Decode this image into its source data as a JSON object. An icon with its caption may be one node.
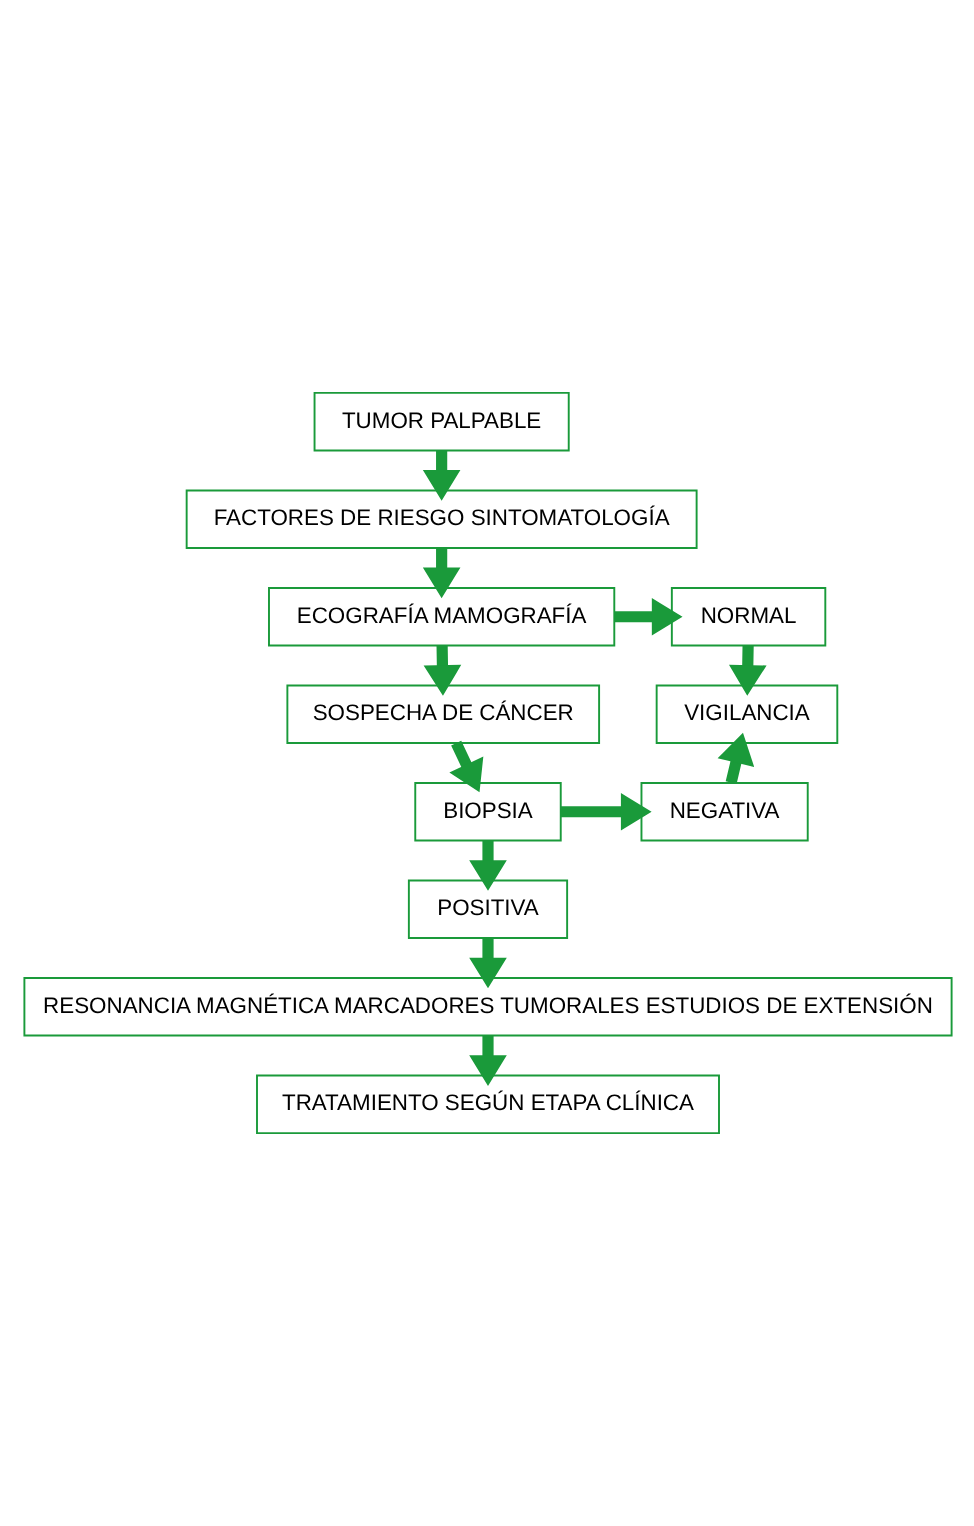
{
  "diagram": {
    "nodes": [
      {
        "text": [
          "TUMOR PALPABLE"
        ]
      },
      {
        "text": [
          "FACTORES DE RIESGO SINTOMATOLOGÍA"
        ]
      },
      {
        "text": [
          "ECOGRAFÍA MAMOGRAFÍA"
        ]
      },
      {
        "text": [
          "NORMAL"
        ]
      },
      {
        "text": [
          "VIGILANCIA"
        ]
      },
      {
        "text": [
          "SOSPECHA DE CÁNCER"
        ]
      },
      {
        "text": [
          "NEGATIVA"
        ]
      },
      {
        "text": [
          "BIOPSIA"
        ]
      },
      {
        "text": [
          "POSITIVA"
        ]
      },
      {
        "text": [
          "RESONANCIA MAGNÉTICA MARCADORES TUMORALES ESTUDIOS DE EXTENSIÓN"
        ]
      },
      {
        "text": [
          "TRATAMIENTO SEGÚN ETAPA CLÍNICA"
        ]
      }
    ],
    "edges": [
      {
        "from": 0,
        "to": 1,
        "arrow": "to"
      },
      {
        "from": 1,
        "to": 2,
        "arrow": "to"
      },
      {
        "from": 2,
        "to": 3,
        "arrow": "to"
      },
      {
        "from": 3,
        "to": 4,
        "arrow": "to"
      },
      {
        "from": 2,
        "to": 5,
        "arrow": "to"
      },
      {
        "from": 5,
        "to": 7,
        "arrow": "to"
      },
      {
        "from": 7,
        "to": 6,
        "arrow": "to"
      },
      {
        "from": 6,
        "to": 4,
        "arrow": "to"
      },
      {
        "from": 7,
        "to": 8,
        "arrow": "to"
      },
      {
        "from": 8,
        "to": 9,
        "arrow": "to"
      },
      {
        "from": 9,
        "to": 10,
        "arrow": "to"
      }
    ]
  }
}
